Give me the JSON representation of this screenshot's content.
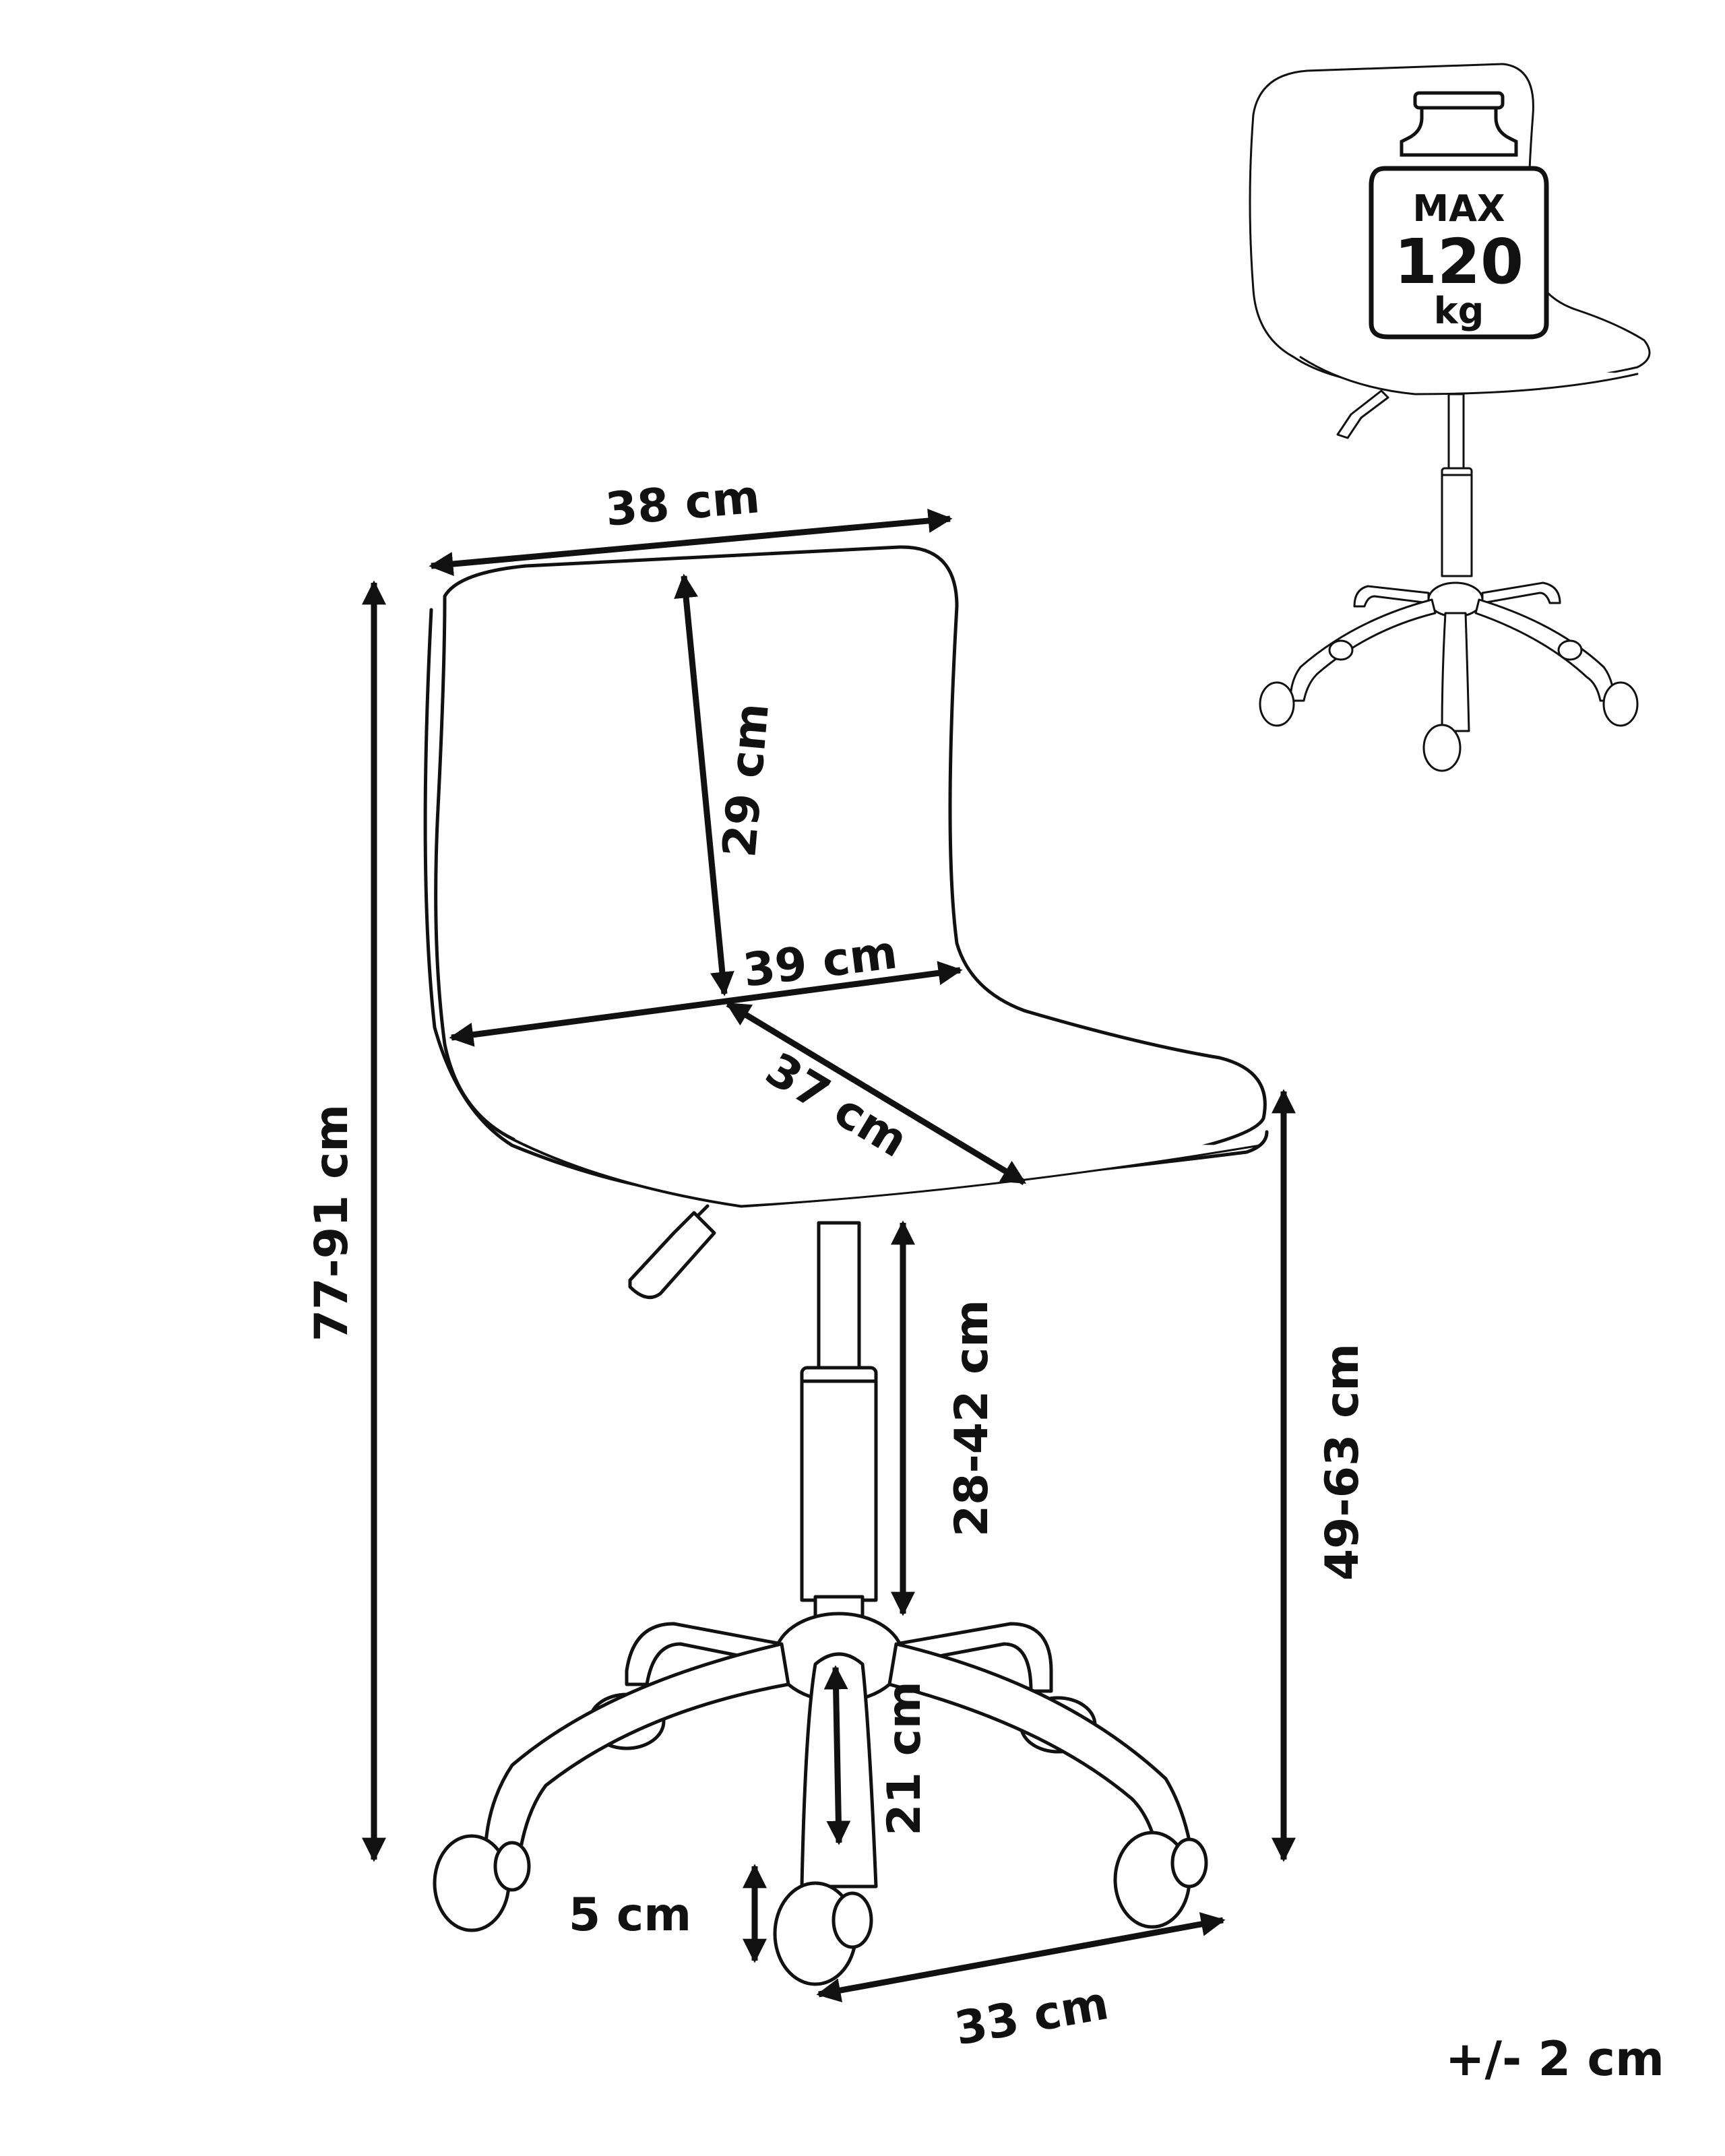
{
  "dimensions": {
    "seat_width_top": "38 cm",
    "back_height": "29 cm",
    "seat_width": "39 cm",
    "seat_depth": "37 cm",
    "total_height": "77-91 cm",
    "seat_height": "49-63 cm",
    "gas_lift_height": "28-42 cm",
    "base_height": "21 cm",
    "caster_height": "5 cm",
    "leg_length": "33 cm"
  },
  "tolerance": "+/- 2 cm",
  "max_load": {
    "line1": "MAX",
    "line2": "120",
    "line3": "kg"
  },
  "colors": {
    "stroke": "#111111",
    "background": "#ffffff"
  }
}
